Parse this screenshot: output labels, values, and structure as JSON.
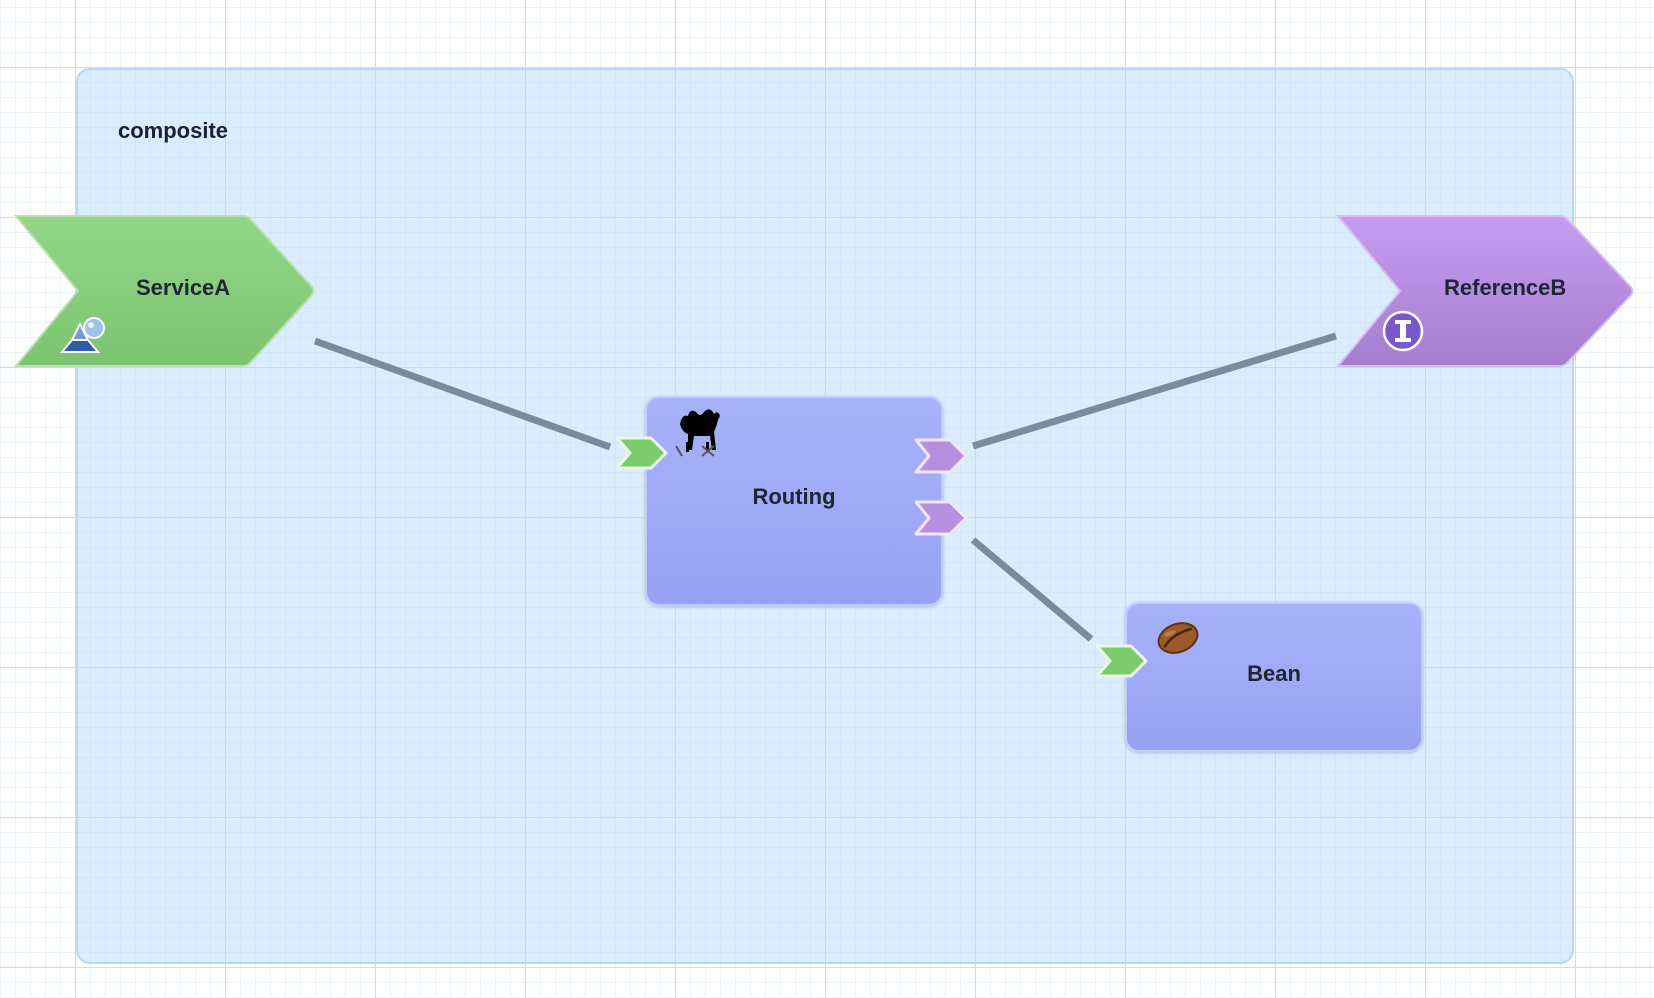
{
  "composite": {
    "label": "composite"
  },
  "services": [
    {
      "name": "ServiceA",
      "color": "#86c97a",
      "icon": "web-service-icon"
    }
  ],
  "references": [
    {
      "name": "ReferenceB",
      "color": "#b98fe0",
      "icon": "interface-icon"
    }
  ],
  "components": [
    {
      "name": "Routing",
      "icon": "camel-icon"
    },
    {
      "name": "Bean",
      "icon": "coffee-bean-icon"
    }
  ],
  "wires": [
    {
      "from": "ServiceA",
      "to": "Routing"
    },
    {
      "from": "Routing",
      "to": "ReferenceB"
    },
    {
      "from": "Routing",
      "to": "Bean"
    }
  ],
  "colors": {
    "wire": "#7a8ba0",
    "service_port": "#7ccc6e",
    "reference_port": "#b78fdf",
    "component_fill": "#a0aaf7"
  }
}
